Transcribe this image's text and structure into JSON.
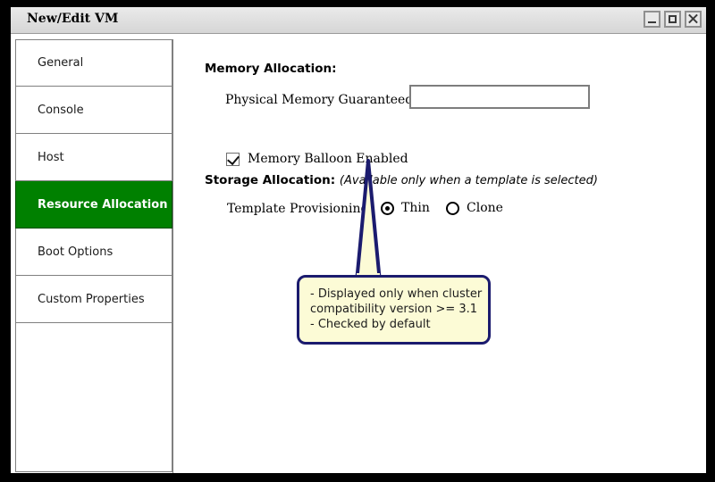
{
  "window": {
    "title": "New/Edit VM",
    "controls": [
      {
        "name": "minimize",
        "label": "_"
      },
      {
        "name": "maximize",
        "label": "□"
      },
      {
        "name": "close",
        "label": "✕"
      }
    ]
  },
  "sidebar": {
    "items": [
      {
        "label": "General",
        "selected": false
      },
      {
        "label": "Console",
        "selected": false
      },
      {
        "label": "Host",
        "selected": false
      },
      {
        "label": "Resource Allocation",
        "selected": true
      },
      {
        "label": "Boot Options",
        "selected": false
      },
      {
        "label": "Custom Properties",
        "selected": false
      }
    ],
    "selected_color": "#008000",
    "selected_text_color": "#ffffff"
  },
  "main": {
    "memory_section": {
      "heading": "Memory Allocation:",
      "physical_memory_label": "Physical Memory Guaranteed",
      "physical_memory_value": "",
      "physical_memory_placeholder": "",
      "balloon_label": "Memory Balloon Enabled",
      "balloon_checked": true
    },
    "storage_section": {
      "heading": "Storage Allocation:",
      "note": "(Available only when a template is selected)",
      "provisioning_label": "Template Provisioning",
      "options": [
        {
          "label": "Thin",
          "selected": true
        },
        {
          "label": "Clone",
          "selected": false
        }
      ]
    }
  },
  "callout": {
    "lines": [
      "- Displayed only when cluster",
      "compatibility version >= 3.1",
      "- Checked by default"
    ],
    "fill_color": "#fcfbd6",
    "border_color": "#1b1b6e"
  }
}
